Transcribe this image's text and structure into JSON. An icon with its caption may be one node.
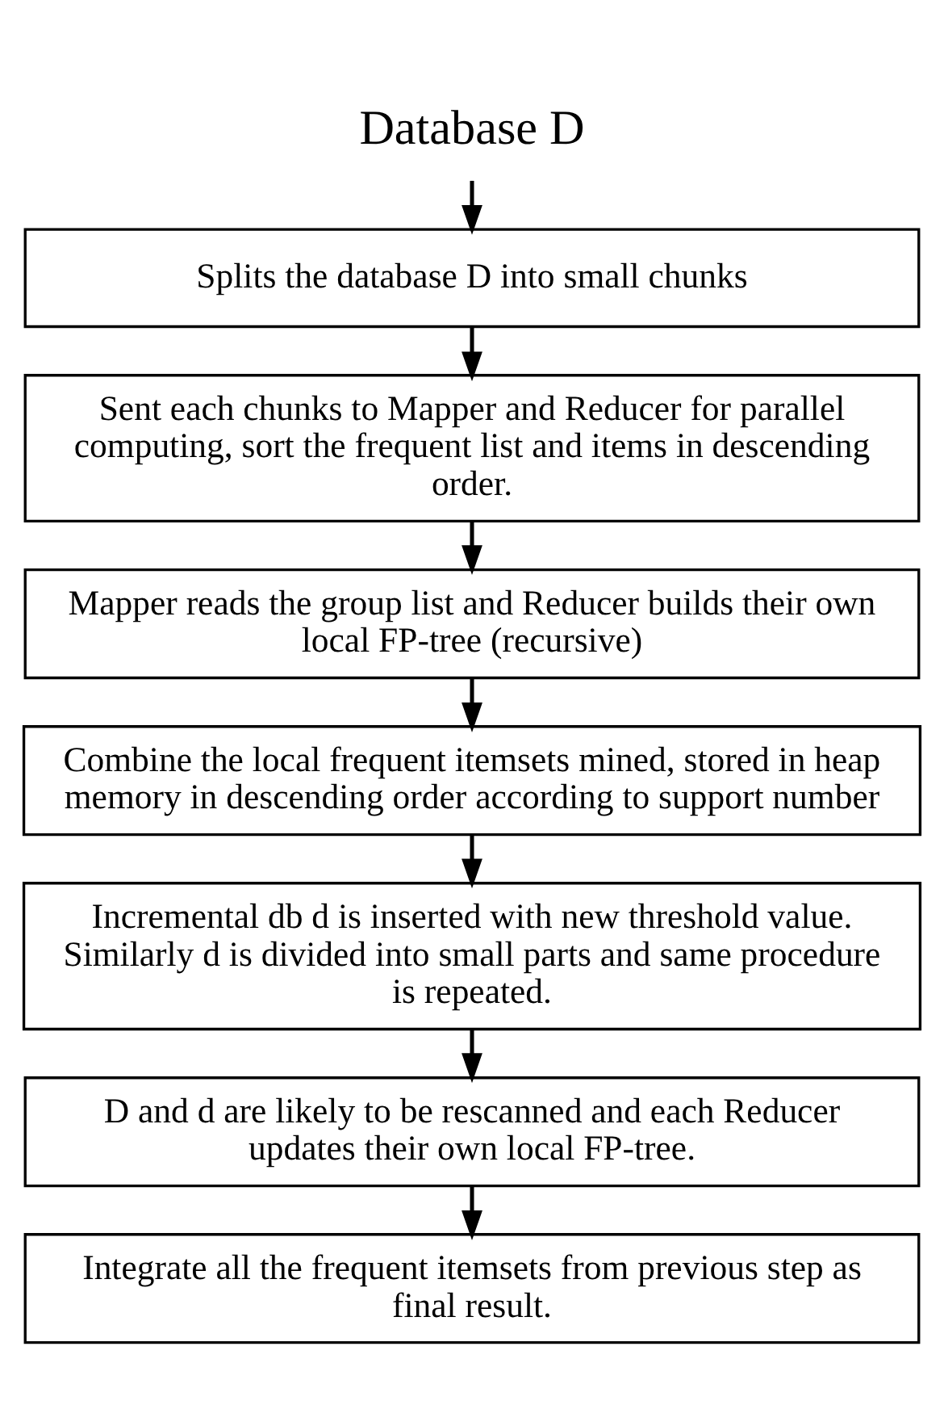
{
  "diagram": {
    "nodes": [
      {
        "text": [
          "Database D"
        ]
      },
      {
        "text": [
          "Splits the database D into small chunks"
        ]
      },
      {
        "text": [
          "Sent each chunks to Mapper and Reducer for parallel computing, sort the frequent list and items in descending order."
        ]
      },
      {
        "text": [
          "Mapper reads the group list and Reducer builds their own local FP-tree (recursive)"
        ]
      },
      {
        "text": [
          "Combine the local frequent itemsets mined, stored in heap memory in descending order according to support number"
        ]
      },
      {
        "text": [
          "Incremental db d is inserted with new threshold value. Similarly d is divided into small parts and same procedure is repeated."
        ]
      },
      {
        "text": [
          "D and d are likely to be rescanned and each Reducer updates their own local FP-tree."
        ]
      },
      {
        "text": [
          "Integrate all the frequent itemsets from previous step as final result."
        ]
      }
    ],
    "edges": [
      {
        "from": 0,
        "to": 1,
        "arrow": "to"
      },
      {
        "from": 1,
        "to": 2,
        "arrow": "to"
      },
      {
        "from": 2,
        "to": 3,
        "arrow": "to"
      },
      {
        "from": 3,
        "to": 4,
        "arrow": "to"
      },
      {
        "from": 4,
        "to": 5,
        "arrow": "to"
      },
      {
        "from": 5,
        "to": 6,
        "arrow": "to"
      },
      {
        "from": 6,
        "to": 7,
        "arrow": "to"
      }
    ]
  }
}
